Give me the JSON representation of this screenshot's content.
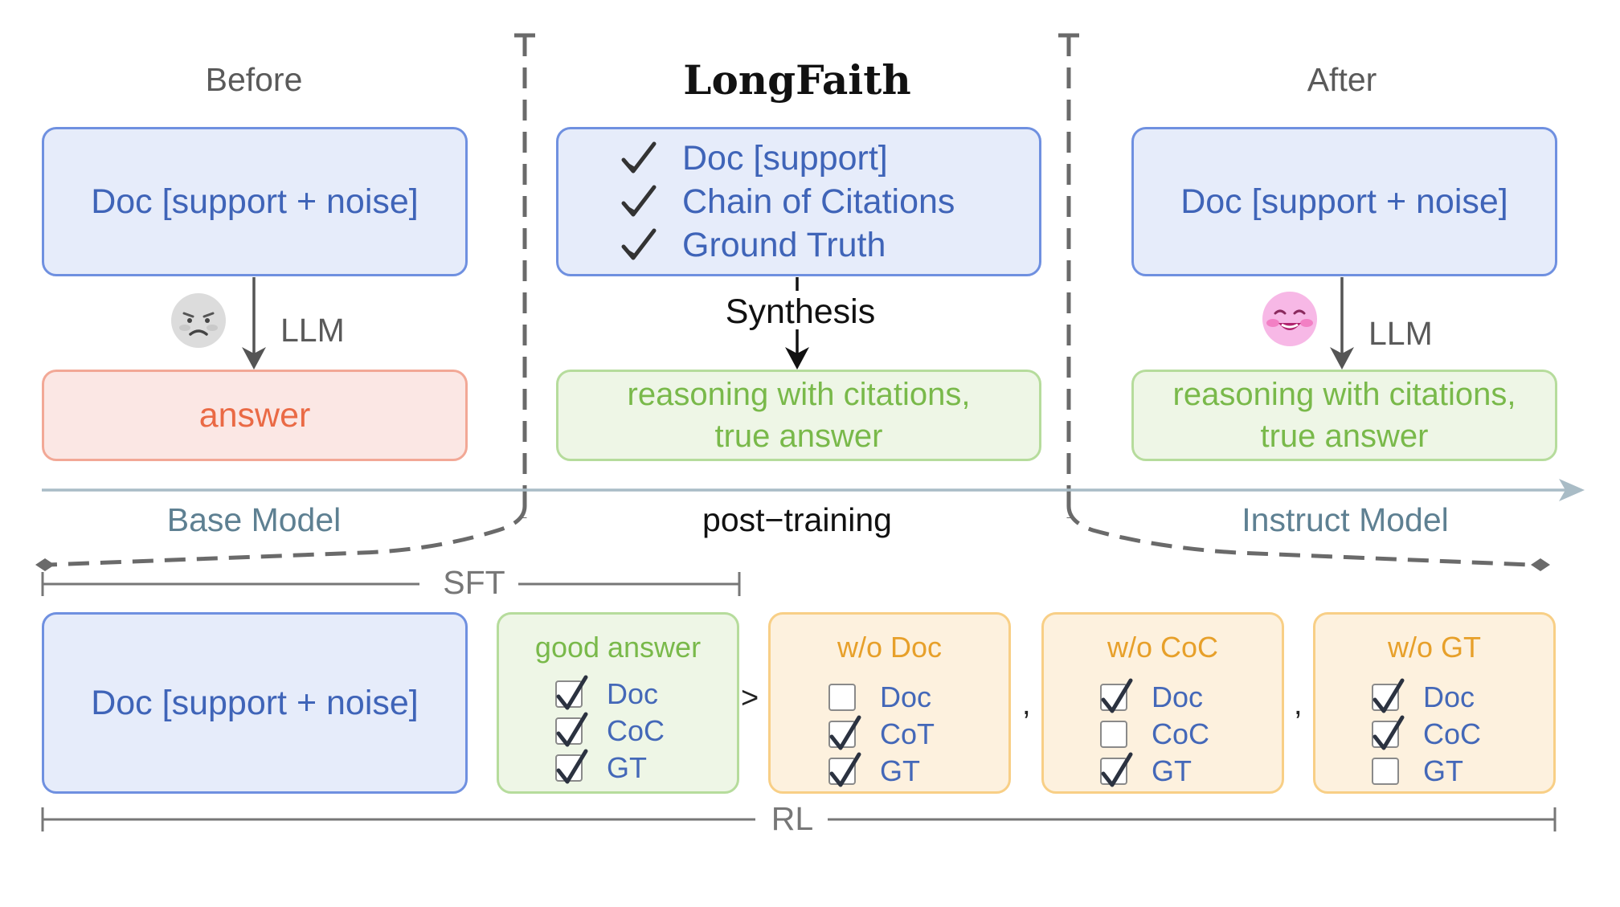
{
  "columns": {
    "before": {
      "title": "Before",
      "doc": "Doc [support + noise]",
      "arrow_label": "LLM",
      "face": "sad-face-icon",
      "output": "answer",
      "model": "Base Model"
    },
    "center": {
      "title": "LongFaith",
      "checks": [
        "Doc [support]",
        "Chain of Citations",
        "Ground Truth"
      ],
      "arrow_label": "Synthesis",
      "output_line1": "reasoning with citations,",
      "output_line2": "true answer",
      "stage": "post−training"
    },
    "after": {
      "title": "After",
      "doc": "Doc [support + noise]",
      "arrow_label": "LLM",
      "face": "happy-face-icon",
      "output_line1": "reasoning with citations,",
      "output_line2": "true answer",
      "model": "Instruct Model"
    }
  },
  "training": {
    "sft_label": "SFT",
    "rl_label": "RL",
    "doc": "Doc [support + noise]",
    "gt_symbol": ">",
    "separator": ",",
    "candidates": [
      {
        "title": "good answer",
        "style": "green",
        "items": [
          {
            "label": "Doc",
            "checked": true
          },
          {
            "label": "CoC",
            "checked": true
          },
          {
            "label": "GT",
            "checked": true
          }
        ]
      },
      {
        "title": "w/o Doc",
        "style": "orange",
        "items": [
          {
            "label": "Doc",
            "checked": false
          },
          {
            "label": "CoT",
            "checked": true
          },
          {
            "label": "GT",
            "checked": true
          }
        ]
      },
      {
        "title": "w/o CoC",
        "style": "orange",
        "items": [
          {
            "label": "Doc",
            "checked": true
          },
          {
            "label": "CoC",
            "checked": false
          },
          {
            "label": "GT",
            "checked": true
          }
        ]
      },
      {
        "title": "w/o GT",
        "style": "orange",
        "items": [
          {
            "label": "Doc",
            "checked": true
          },
          {
            "label": "CoC",
            "checked": true
          },
          {
            "label": "GT",
            "checked": false
          }
        ]
      }
    ]
  },
  "colors": {
    "blue": "#6f90e0",
    "green": "#b6dc9c",
    "orange": "#f8cf86",
    "red": "#f2a896",
    "timeline": "#a9bcc6",
    "dash": "#6a6a6a"
  }
}
